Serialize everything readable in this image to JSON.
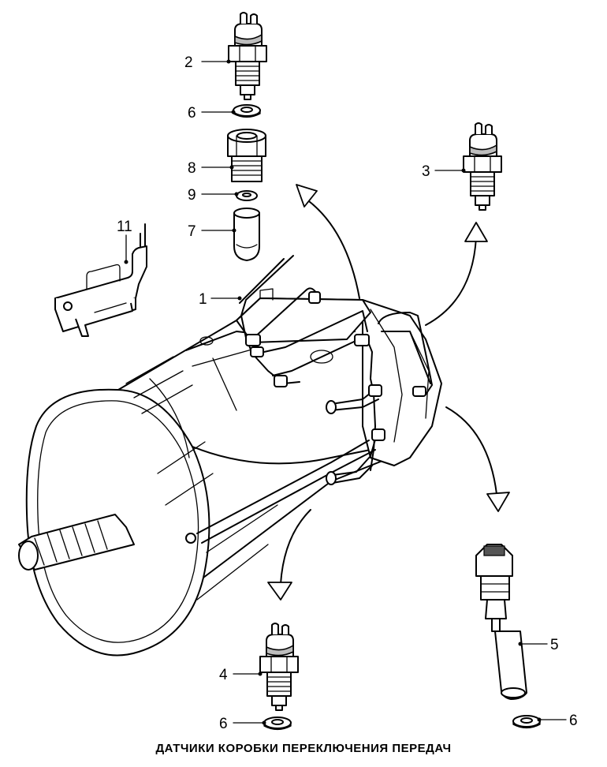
{
  "caption": "ДАТЧИКИ КОРОБКИ ПЕРЕКЛЮЧЕНИЯ ПЕРЕДАЧ",
  "callouts": {
    "c1": "1",
    "c2": "2",
    "c3": "3",
    "c4": "4",
    "c5": "5",
    "c6a": "6",
    "c6b": "6",
    "c6c": "6",
    "c7": "7",
    "c8": "8",
    "c9": "9",
    "c11": "11"
  }
}
